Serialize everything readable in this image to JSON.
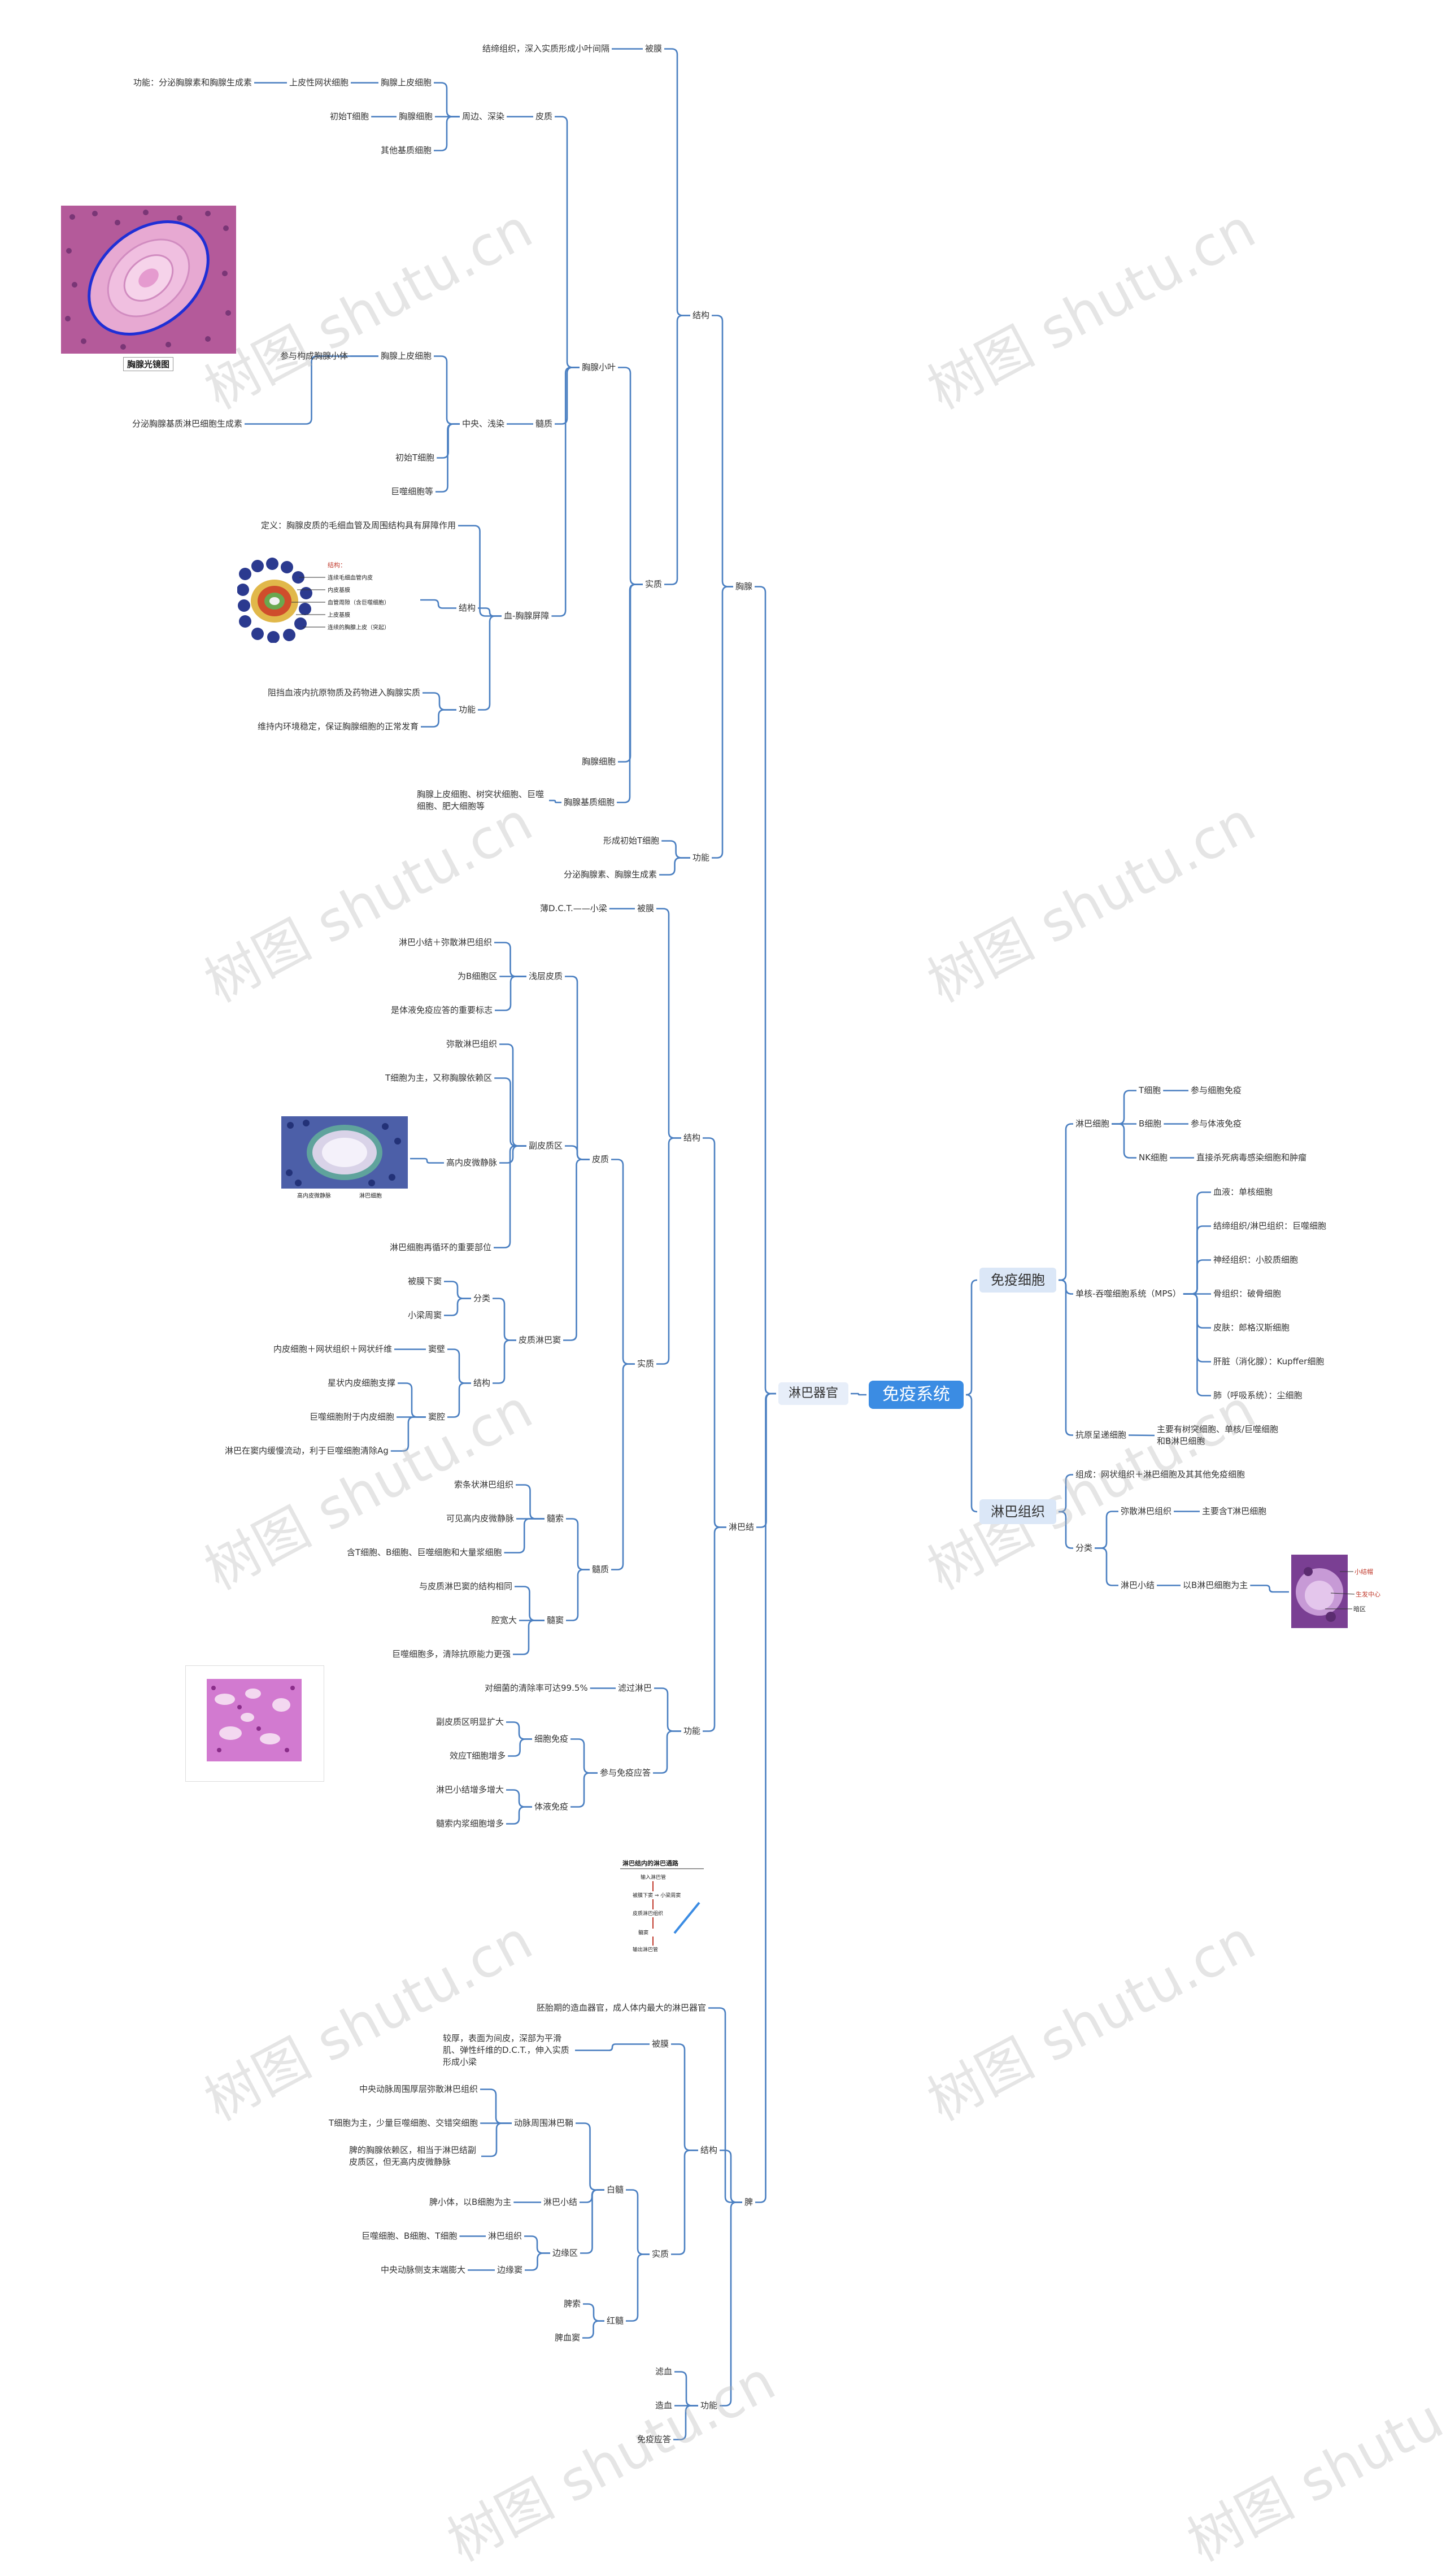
{
  "watermark": "树图 shutu.cn",
  "root": "免疫系统",
  "immune_cell": "免疫细胞",
  "lymph_cell": "淋巴细胞",
  "t_cell": "T细胞",
  "t_cell_func": "参与细胞免疫",
  "b_cell": "B细胞",
  "b_cell_func": "参与体液免疫",
  "nk_cell": "NK细胞",
  "nk_cell_func": "直接杀死病毒感染细胞和肿瘤",
  "mps": "单核-吞噬细胞系统（MPS）",
  "mps_items": [
    "血液：单核细胞",
    "结缔组织/淋巴组织：巨噬细胞",
    "神经组织：小胶质细胞",
    "骨组织：破骨细胞",
    "皮肤：郎格汉斯细胞",
    "肝脏（消化腺）：Kupffer细胞",
    "肺（呼吸系统）：尘细胞"
  ],
  "apc": "抗原呈递细胞",
  "apc_desc": "主要有树突细胞、单核/巨噬细胞和B淋巴细胞",
  "lymph_tissue": "淋巴组织",
  "lt_composition": "组成：网状组织＋淋巴细胞及其其他免疫细胞",
  "lt_class": "分类",
  "lt_diffuse": "弥散淋巴组织",
  "lt_diffuse_desc": "主要含T淋巴细胞",
  "lt_nodule": "淋巴小结",
  "lt_nodule_desc": "以B淋巴细胞为主",
  "nodule_img_labels": [
    "小结帽",
    "生发中心",
    "暗区"
  ],
  "lymph_organ": "淋巴器官",
  "thymus": "胸腺",
  "t_struct": "结构",
  "t_capsule": "被膜",
  "t_capsule_desc": "结缔组织，深入实质形成小叶间隔",
  "t_paren": "实质",
  "t_lobule": "胸腺小叶",
  "t_cortex": "皮质",
  "t_cortex_feat": "周边、深染",
  "t_epi": "胸腺上皮细胞",
  "t_epi_type": "上皮性网状细胞",
  "t_epi_func": "功能：分泌胸腺素和胸腺生成素",
  "t_thymocyte": "胸腺细胞",
  "t_thymocyte_desc": "初始T细胞",
  "t_other_stroma": "其他基质细胞",
  "t_medulla": "髓质",
  "t_med_feat": "中央、浅染",
  "t_med_epi": "胸腺上皮细胞",
  "t_med_epi_1": "参与构成胸腺小体",
  "t_med_epi_2": "分泌胸腺基质淋巴细胞生成素",
  "t_med_naive": "初始T细胞",
  "t_med_mac": "巨噬细胞等",
  "t_img_caption": "胸腺光镜图",
  "t_bt": "血-胸腺屏障",
  "t_bt_def": "定义：胸腺皮质的毛细血管及周围结构具有屏障作用",
  "t_bt_struct": "结构",
  "t_bt_img_title": "结构：",
  "t_bt_img_items": [
    "连续毛细血管内皮",
    "内皮基膜",
    "血管周隙（含巨噬细胞）",
    "上皮基膜",
    "连续的胸腺上皮（突起）"
  ],
  "t_bt_func": "功能",
  "t_bt_func_1": "阻挡血液内抗原物质及药物进入胸腺实质",
  "t_bt_func_2": "维持内环境稳定，保证胸腺细胞的正常发育",
  "t_thymocytes": "胸腺细胞",
  "t_stroma": "胸腺基质细胞",
  "t_stroma_desc": "胸腺上皮细胞、树突状细胞、巨噬细胞、肥大细胞等",
  "t_func": "功能",
  "t_func_1": "形成初始T细胞",
  "t_func_2": "分泌胸腺素、胸腺生成素",
  "lymph_node": "淋巴结",
  "ln_struct": "结构",
  "ln_capsule": "被膜",
  "ln_capsule_desc": "薄D.C.T.——小梁",
  "ln_paren": "实质",
  "ln_cortex": "皮质",
  "ln_superficial": "浅层皮质",
  "ln_sup_1": "淋巴小结＋弥散淋巴组织",
  "ln_sup_2": "为B细胞区",
  "ln_sup_3": "是体液免疫应答的重要标志",
  "ln_paracortex": "副皮质区",
  "ln_para_1": "弥散淋巴组织",
  "ln_para_2": "T细胞为主，又称胸腺依赖区",
  "ln_para_hev": "高内皮微静脉",
  "ln_para_img_labels": [
    "高内皮微静脉",
    "淋巴细胞"
  ],
  "ln_para_3": "淋巴细胞再循环的重要部位",
  "ln_sinus": "皮质淋巴窦",
  "ln_sinus_class": "分类",
  "ln_sinus_c1": "被膜下窦",
  "ln_sinus_c2": "小梁周窦",
  "ln_sinus_struct": "结构",
  "ln_wall": "窦壁",
  "ln_wall_desc": "内皮细胞＋网状组织＋网状纤维",
  "ln_lumen": "窦腔",
  "ln_lumen_1": "星状内皮细胞支撑",
  "ln_lumen_2": "巨噬细胞附于内皮细胞",
  "ln_lumen_3": "淋巴在窦内缓慢流动，利于巨噬细胞清除Ag",
  "ln_medulla": "髓质",
  "ln_cord": "髓索",
  "ln_cord_1": "索条状淋巴组织",
  "ln_cord_2": "可见高内皮微静脉",
  "ln_cord_3": "含T细胞、B细胞、巨噬细胞和大量浆细胞",
  "ln_msinus": "髓窦",
  "ln_msinus_1": "与皮质淋巴窦的结构相同",
  "ln_msinus_2": "腔宽大",
  "ln_msinus_3": "巨噬细胞多，清除抗原能力更强",
  "ln_func": "功能",
  "ln_filter": "滤过淋巴",
  "ln_filter_desc": "对细菌的清除率可达99.5%",
  "ln_immune": "参与免疫应答",
  "ln_cellular": "细胞免疫",
  "ln_cell_1": "副皮质区明显扩大",
  "ln_cell_2": "效应T细胞增多",
  "ln_humoral": "体液免疫",
  "ln_hum_1": "淋巴小结增多增大",
  "ln_hum_2": "髓索内浆细胞增多",
  "ln_path_title": "淋巴结内的淋巴通路",
  "ln_path_items": [
    "输入淋巴管",
    "被膜下窦 ⇒ 小梁周窦",
    "皮质淋巴组织",
    "髓窦",
    "输出淋巴管"
  ],
  "spleen": "脾",
  "sp_desc": "胚胎期的造血器官，成人体内最大的淋巴器官",
  "sp_struct": "结构",
  "sp_capsule": "被膜",
  "sp_capsule_desc": "较厚，表面为间皮，深部为平滑肌、弹性纤维的D.C.T.，伸入实质形成小梁",
  "sp_paren": "实质",
  "sp_white": "白髓",
  "sp_pals": "动脉周围淋巴鞘",
  "sp_pals_1": "中央动脉周围厚层弥散淋巴组织",
  "sp_pals_2": "T细胞为主，少量巨噬细胞、交错突细胞",
  "sp_pals_3": "脾的胸腺依赖区，相当于淋巴结副皮质区，但无高内皮微静脉",
  "sp_nodule": "淋巴小结",
  "sp_nodule_desc": "脾小体，以B细胞为主",
  "sp_marginal": "边缘区",
  "sp_marg_tissue": "淋巴组织",
  "sp_marg_tissue_desc": "巨噬细胞、B细胞、T细胞",
  "sp_marg_sinus": "边缘窦",
  "sp_marg_sinus_desc": "中央动脉侧支末端膨大",
  "sp_red": "红髓",
  "sp_cord": "脾索",
  "sp_sinus": "脾血窦",
  "sp_func": "功能",
  "sp_func_1": "滤血",
  "sp_func_2": "造血",
  "sp_func_3": "免疫应答"
}
